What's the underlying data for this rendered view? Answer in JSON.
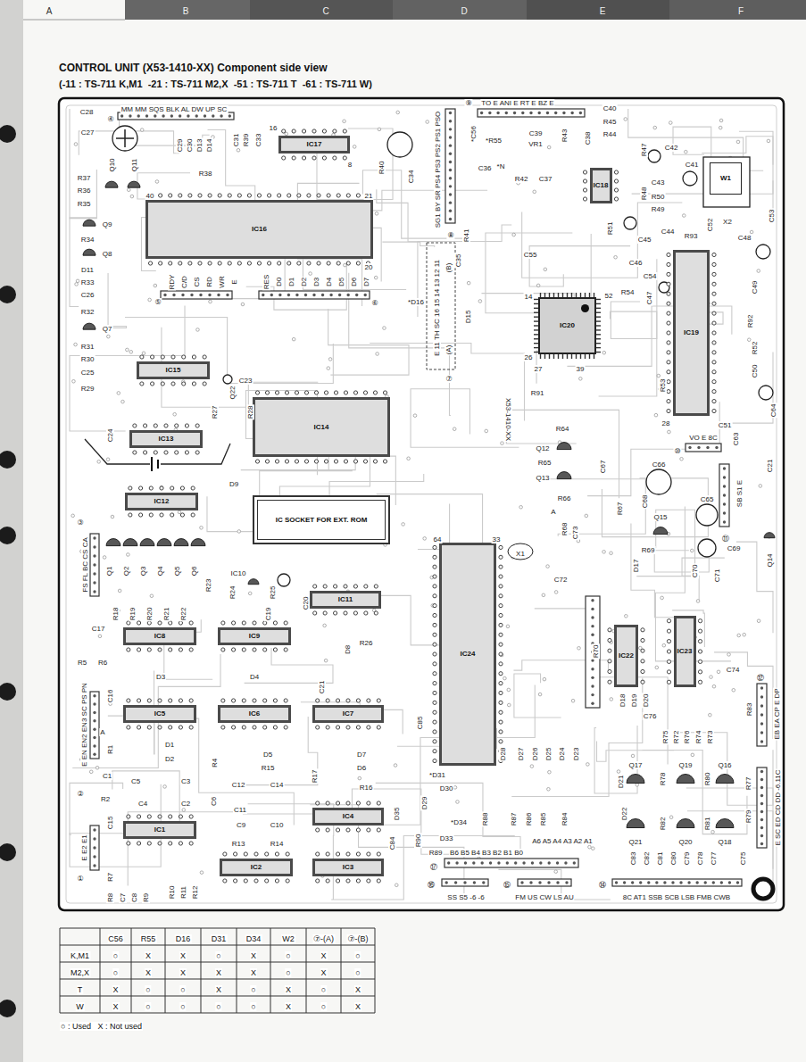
{
  "diagram": {
    "title": "CONTROL UNIT (X53-1410-XX) Component side view",
    "nodes": [
      {
        "text": [
          "IC17"
        ]
      },
      {
        "text": [
          "IC16"
        ]
      },
      {
        "text": [
          "IC18"
        ]
      },
      {
        "text": [
          "W1"
        ]
      },
      {
        "text": [
          "IC20"
        ]
      },
      {
        "text": [
          "IC19"
        ]
      },
      {
        "text": [
          "IC15"
        ]
      },
      {
        "text": [
          "IC14"
        ]
      },
      {
        "text": [
          "IC13"
        ]
      },
      {
        "text": [
          "IC12"
        ]
      },
      {
        "text": [
          "IC SOCKET FOR EXT. ROM"
        ]
      },
      {
        "text": [
          "IC24"
        ]
      },
      {
        "text": [
          "IC11"
        ]
      },
      {
        "text": [
          "IC23"
        ]
      },
      {
        "text": [
          "IC22"
        ]
      },
      {
        "text": [
          "IC8"
        ]
      },
      {
        "text": [
          "IC9"
        ]
      },
      {
        "text": [
          "IC5"
        ]
      },
      {
        "text": [
          "IC6"
        ]
      },
      {
        "text": [
          "IC7"
        ]
      },
      {
        "text": [
          "IC4"
        ]
      },
      {
        "text": [
          "IC1"
        ]
      },
      {
        "text": [
          "IC2"
        ]
      },
      {
        "text": [
          "IC3"
        ]
      }
    ],
    "labels": [
      "A",
      "B",
      "C",
      "D",
      "E",
      "F",
      "(-11 : TS-711 K,M1  -21 : TS-711 M2,X  -51 : TS-711 T  -61 : TS-711 W)",
      "MM MM SQS BLK AL DW UP SC",
      "④",
      "C28",
      "C27",
      "Q10",
      "Q11",
      "R37",
      "R36",
      "R35",
      "C29",
      "C30",
      "D13",
      "D14",
      "C31",
      "R39",
      "C33",
      "16",
      "8",
      "R38",
      "40",
      "21",
      "20",
      "R40",
      "C34",
      "SG1 BY SR PS4 PS3 PS2 PS1 PSO",
      "⑨",
      "TO E ANI E RT E BZ E",
      "*C56",
      "*R55",
      "C39",
      "VR1",
      "R43",
      "C38",
      "C40",
      "R45",
      "R44",
      "R47",
      "C42",
      "C41",
      "C43",
      "R48",
      "R50",
      "R49",
      "C44",
      "C45",
      "R51",
      "C36",
      "*N",
      "R42",
      "C37",
      "C52",
      "X2",
      "C53",
      "⑧",
      "R41",
      "Q9",
      "R34",
      "Q8",
      "D11",
      "R33",
      "C26",
      "R32",
      "C48",
      "R93",
      "C46",
      "C54",
      "R54",
      "C47",
      "C49",
      "R92",
      "C55",
      "C35",
      "⑤",
      "RDY",
      "C/D",
      "CS",
      "RD",
      "WR",
      "E",
      "RES",
      "D0",
      "D1",
      "D2",
      "D3",
      "D4",
      "D5",
      "D6",
      "D7",
      "⑥",
      "*D16",
      "E 11 TH SC 16 15 14 13 12 11",
      "(B)",
      "(A)",
      "⑦",
      "D15",
      "14",
      "52",
      "26",
      "27",
      "39",
      "Q7",
      "R31",
      "R30",
      "C25",
      "R29",
      "R52",
      "C50",
      "R53",
      "R91",
      "28",
      "C51",
      "C63",
      "C64",
      "C21",
      "VO E 8C",
      "⑩",
      "C23",
      "Q22",
      "C24",
      "R27",
      "R28",
      "D9",
      "X53-1410-XX",
      "R64",
      "Q12",
      "R65",
      "Q13",
      "R66",
      "C67",
      "C66",
      "C68",
      "R67",
      "C65",
      "Q15",
      "SB S1 E",
      "⑪",
      "A",
      "R68",
      "C73",
      "X1",
      "C69",
      "R69",
      "D17",
      "C70",
      "C71",
      "Q14",
      "C72",
      "64",
      "33",
      "③",
      "FS FL BC CS CA",
      "Q1",
      "Q2",
      "Q3",
      "Q4",
      "Q5",
      "Q6",
      "R18",
      "R19",
      "R20",
      "R21",
      "R22",
      "R23",
      "IC10",
      "R24",
      "R25",
      "C19",
      "C20",
      "C17",
      "R5",
      "R6",
      "D3",
      "D4",
      "D8",
      "R26",
      "R70",
      "C21",
      "C16",
      "C74",
      "⑫",
      "EB EA CP E DP",
      "R83",
      "E EN EN2 EN3 SC PS PN",
      "A",
      "C76",
      "D18",
      "D19",
      "D20",
      "R1",
      "D1",
      "D2",
      "D5",
      "R15",
      "D7",
      "D6",
      "R4",
      "C85",
      "R75",
      "R72",
      "R76",
      "R74",
      "R73",
      "D28",
      "D27",
      "D26",
      "D25",
      "D24",
      "D23",
      "*D31",
      "Q17",
      "Q19",
      "Q16",
      "R78",
      "R80",
      "R77",
      "D21",
      "C1",
      "C5",
      "C3",
      "C12",
      "C14",
      "R17",
      "R16",
      "D30",
      "R2",
      "C4",
      "C2",
      "C6",
      "C11",
      "②",
      "D29",
      "R82",
      "R81",
      "R79",
      "D22",
      "C15",
      "C9",
      "C10",
      "R13",
      "R14",
      "D35",
      "*D34",
      "R88",
      "R87",
      "R86",
      "R85",
      "R84",
      "A6 A5 A4 A3 A2 A1",
      "B6 B5 B4 B3 B2 B1 B0",
      "R89",
      "D33",
      "C84",
      "R90",
      "Q21",
      "Q20",
      "Q18",
      "C83",
      "C82",
      "C81",
      "C80",
      "C79",
      "C78",
      "C77",
      "C75",
      "E SC ED CD DD -6.11C",
      "⑰",
      "E E2 E1",
      "R7",
      "①",
      "R8",
      "C7",
      "C8",
      "R9",
      "R10",
      "R11",
      "R12",
      "⑯",
      "SS S5 -6 -6",
      "⑮",
      "FM US CW LS AU",
      "⑭",
      "8C AT1 SSB SCB LSB FMB CWB",
      "C56",
      "R55",
      "D16",
      "D31",
      "D34",
      "W2",
      "⑦-(A)",
      "⑦-(B)",
      "K,M1",
      "○",
      "X",
      "X",
      "○",
      "X",
      "○",
      "X",
      "○",
      "M2,X",
      "○",
      "X",
      "X",
      "X",
      "X",
      "○",
      "X",
      "○",
      "T",
      "X",
      "○",
      "○",
      "X",
      "○",
      "X",
      "○",
      "X",
      "W",
      "X",
      "○",
      "○",
      "○",
      "○",
      "X",
      "○",
      "X",
      "○ : Used   X : Not used"
    ]
  }
}
